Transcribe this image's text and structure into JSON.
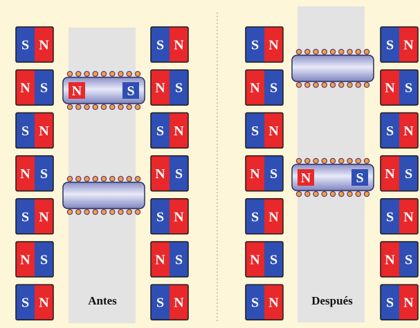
{
  "colors": {
    "background": "#fdf6d8",
    "north_pole": "#e8282a",
    "south_pole": "#2f4fb5",
    "magnet_outline": "#1a1a1a",
    "channel": "#e3e3e3",
    "divider": "#9a9a9a",
    "cylinder_light": "#dfe2f4",
    "cylinder_dark": "#8a8fc8",
    "bead_fill": "#f0a53b",
    "bead_stroke": "#6a3c7a"
  },
  "panels": [
    {
      "caption": "Antes",
      "left_column": [
        "SN",
        "NS",
        "SN",
        "NS",
        "SN",
        "NS",
        "SN"
      ],
      "right_column": [
        "SN",
        "NS",
        "SN",
        "NS",
        "SN",
        "NS",
        "SN"
      ],
      "slabs": [
        {
          "slot": "upper",
          "magnetized": true,
          "left_pole": "N",
          "right_pole": "S"
        },
        {
          "slot": "lower",
          "magnetized": false
        }
      ]
    },
    {
      "caption": "Después",
      "left_column": [
        "SN",
        "NS",
        "SN",
        "NS",
        "SN",
        "NS",
        "SN"
      ],
      "right_column": [
        "SN",
        "NS",
        "SN",
        "NS",
        "SN",
        "NS",
        "SN"
      ],
      "slabs": [
        {
          "slot": "upper",
          "magnetized": false
        },
        {
          "slot": "lower",
          "magnetized": true,
          "left_pole": "N",
          "right_pole": "S"
        }
      ]
    }
  ]
}
